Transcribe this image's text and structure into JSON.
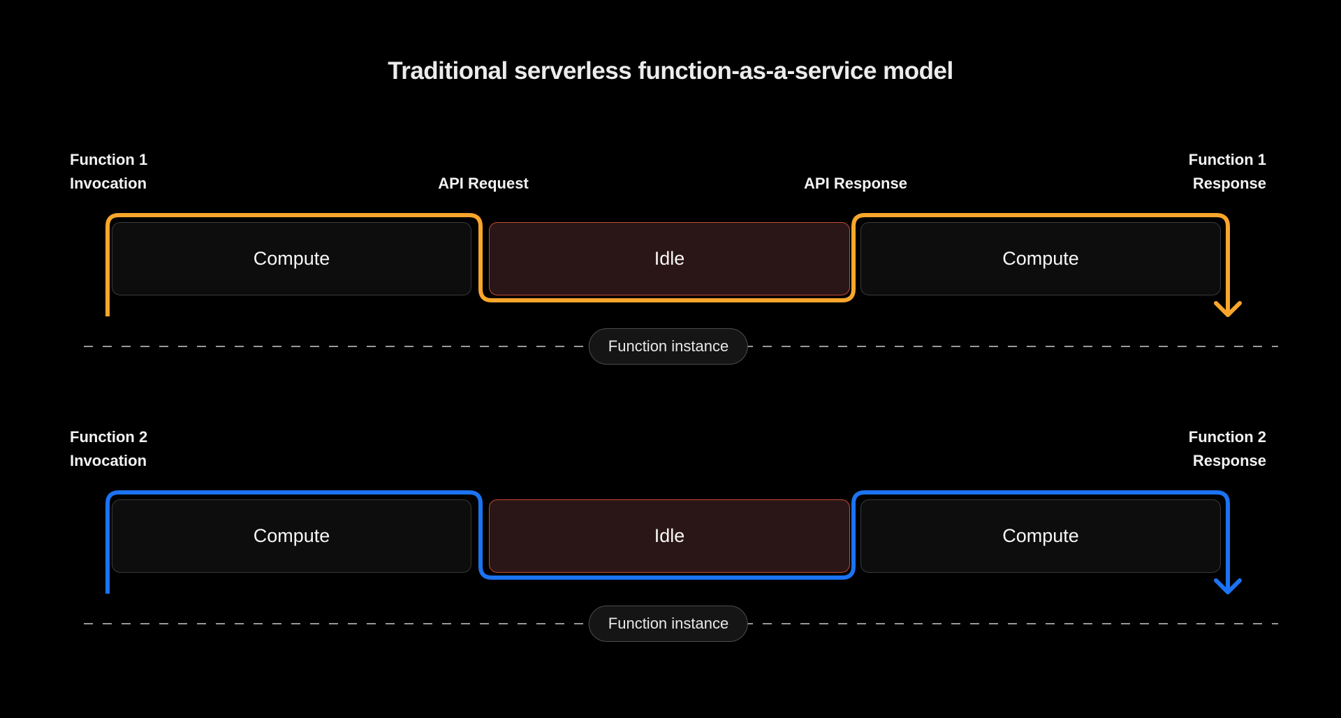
{
  "title": "Traditional serverless function-as-a-service model",
  "colors": {
    "background": "#000000",
    "lane1_accent": "#F9A62B",
    "lane2_accent": "#1C73F2",
    "compute_fill": "#0D0D0D",
    "compute_border": "#3A3A3A",
    "idle_fill": "#2B1617",
    "idle_border": "#C74B33",
    "dashed_line": "#999999",
    "pill_fill": "#151515",
    "pill_border": "#4D4D4D"
  },
  "lanes": [
    {
      "name": "Function 1",
      "accent": "#F9A62B",
      "labels": {
        "invocation": [
          "Function 1",
          "Invocation"
        ],
        "api_request": "API Request",
        "api_response": "API Response",
        "response": [
          "Function 1",
          "Response"
        ]
      },
      "segments": [
        {
          "label": "Compute",
          "type": "compute"
        },
        {
          "label": "Idle",
          "type": "idle"
        },
        {
          "label": "Compute",
          "type": "compute"
        }
      ],
      "instance_label": "Function instance"
    },
    {
      "name": "Function 2",
      "accent": "#1C73F2",
      "labels": {
        "invocation": [
          "Function 2",
          "Invocation"
        ],
        "response": [
          "Function 2",
          "Response"
        ]
      },
      "segments": [
        {
          "label": "Compute",
          "type": "compute"
        },
        {
          "label": "Idle",
          "type": "idle"
        },
        {
          "label": "Compute",
          "type": "compute"
        }
      ],
      "instance_label": "Function instance"
    }
  ]
}
